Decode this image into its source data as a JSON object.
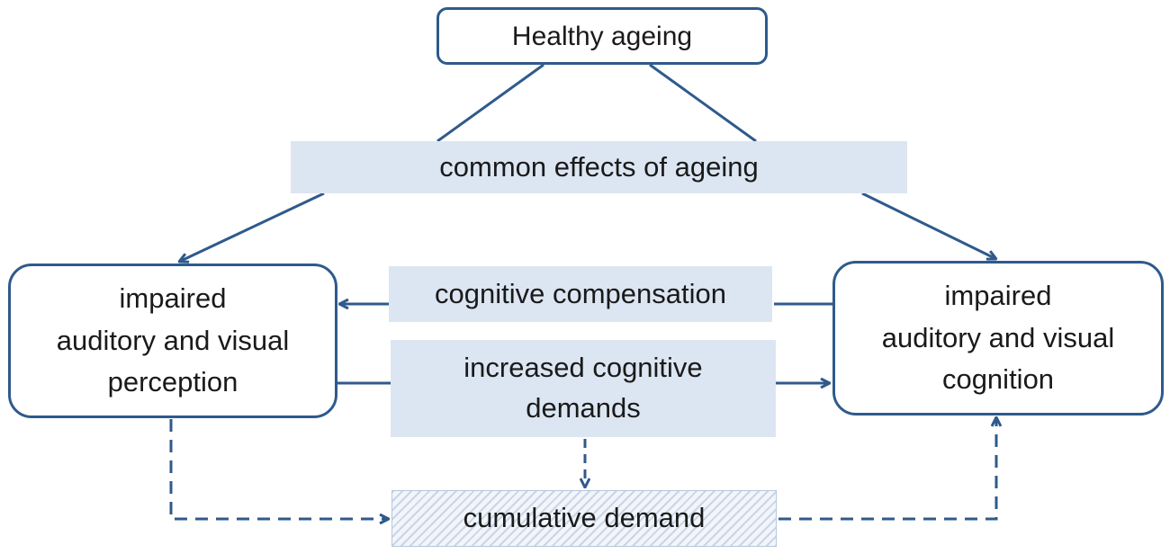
{
  "diagram": {
    "nodes": {
      "top": "Healthy ageing",
      "left": "impaired\nauditory and visual\nperception",
      "right": "impaired\nauditory and visual\ncognition"
    },
    "labels": {
      "common": "common effects of ageing",
      "compensation": "cognitive compensation",
      "demands": "increased cognitive\ndemands",
      "cumulative": "cumulative demand"
    },
    "colors": {
      "stroke": "#2f5a8c",
      "band_fill": "#dce6f2"
    }
  }
}
